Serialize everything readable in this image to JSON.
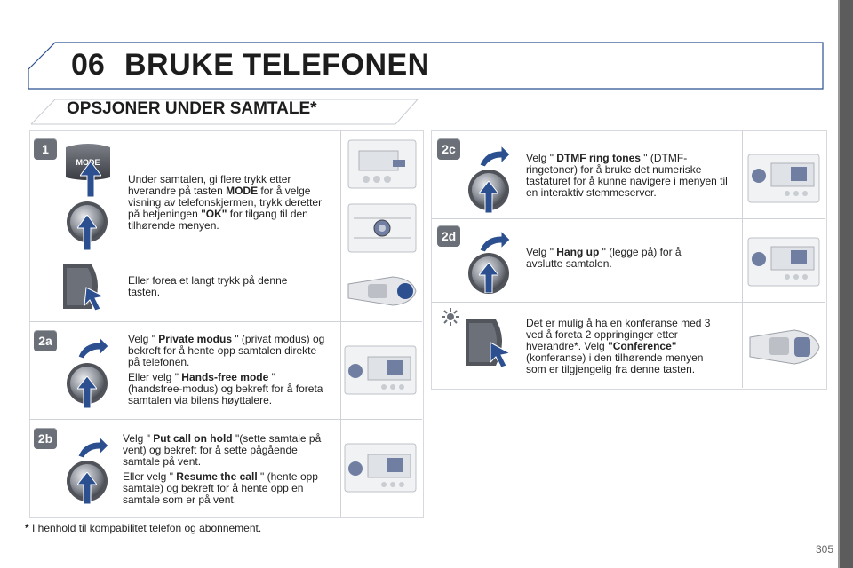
{
  "header": {
    "chapter_number": "06",
    "chapter_title": "BRUKE TELEFONEN"
  },
  "section": {
    "title": "OPSJONER UNDER SAMTALE*"
  },
  "steps": {
    "s1": {
      "badge": "1",
      "text_a": "Under samtalen, gi flere trykk etter hverandre på tasten ",
      "bold_a": "MODE",
      "text_b": " for å velge visning av telefonskjermen, trykk deretter på betjeningen ",
      "bold_b": "\"OK\"",
      "text_c": " for tilgang til den tilhørende menyen.",
      "text_long_press": "Eller forea et langt trykk på denne tasten.",
      "mode_key_label": "MODE"
    },
    "s2a": {
      "badge": "2a",
      "p1_pre": "Velg \" ",
      "p1_bold": "Private modus",
      "p1_post": " \" (privat modus) og bekreft for å hente opp samtalen direkte på telefonen.",
      "p2_pre": "Eller velg \" ",
      "p2_bold": "Hands-free mode",
      "p2_post": " \" (handsfree-modus) og bekreft for å foreta samtalen via bilens høyttalere."
    },
    "s2b": {
      "badge": "2b",
      "p1_pre": "Velg \" ",
      "p1_bold": "Put call on hold",
      "p1_post": " \"(sette samtale på vent) og bekreft for å sette pågående samtale på vent.",
      "p2_pre": "Eller velg \" ",
      "p2_bold": "Resume the call",
      "p2_post": " \" (hente opp samtale) og bekreft for å hente opp en samtale som er på vent."
    },
    "s2c": {
      "badge": "2c",
      "p1_pre": "Velg \" ",
      "p1_bold": "DTMF ring tones",
      "p1_post": " \" (DTMF-ringetoner) for å bruke det numeriske tastaturet for å kunne navigere i menyen til en interaktiv stemmeserver."
    },
    "s2d": {
      "badge": "2d",
      "p1_pre": "Velg \" ",
      "p1_bold": "Hang up",
      "p1_post": " \" (legge på) for å avslutte samtalen."
    },
    "conference": {
      "p1_pre": "Det er mulig å ha en konferanse med 3 ved å foreta 2 oppringinger etter hverandre*. Velg ",
      "p1_bold": "\"Conference\"",
      "p1_post": " (konferanse) i den tilhørende menyen som er tilgjengelig fra denne tasten."
    }
  },
  "footnote": {
    "star": "*",
    "text": " I henhold til kompabilitet telefon og abonnement."
  },
  "page": {
    "number": "305"
  },
  "colors": {
    "accent_blue": "#2b4f8f",
    "badge_gray": "#6a6f78",
    "header_line": "#2b4f8f"
  }
}
